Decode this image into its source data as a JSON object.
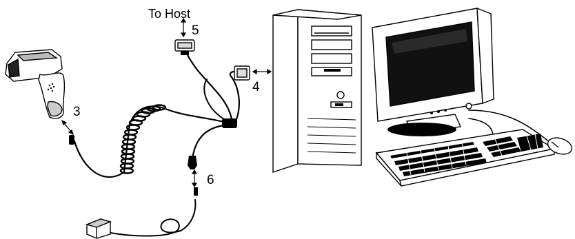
{
  "labels": {
    "to_host": "To Host",
    "port_3": "3",
    "port_4": "4",
    "port_5": "5",
    "port_6": "6"
  },
  "icons": {
    "scanner": "handheld-barcode-scanner-icon",
    "tower": "pc-tower-icon",
    "monitor": "crt-monitor-icon",
    "keyboard": "keyboard-icon",
    "mouse": "mouse-icon",
    "power_supply": "power-adapter-icon",
    "connector_5": "db25-connector-icon",
    "connector_4": "db9-connector-icon",
    "connector_6": "power-plug-icon"
  },
  "colors": {
    "ink": "#000000",
    "paper": "#ffffff",
    "screen": "#111111",
    "shade": "#cfcfcf"
  }
}
